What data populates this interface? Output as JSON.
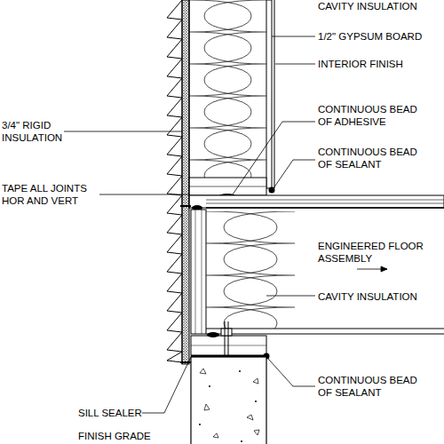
{
  "diagram": {
    "labels": [
      "CAVITY INSULATION",
      "1/2\" GYPSUM BOARD",
      "INTERIOR FINISH",
      "3/4\" RIGID INSULATION",
      "TAPE ALL JOINTS HOR AND VERT",
      "CONTINUOUS BEAD OF ADHESIVE",
      "CONTINUOUS BEAD OF SEALANT",
      "ENGINEERED FLOOR ASSEMBLY",
      "CAVITY INSULATION",
      "CONTINUOUS BEAD OF SEALANT",
      "SILL SEALER",
      "FINISH GRADE"
    ]
  }
}
